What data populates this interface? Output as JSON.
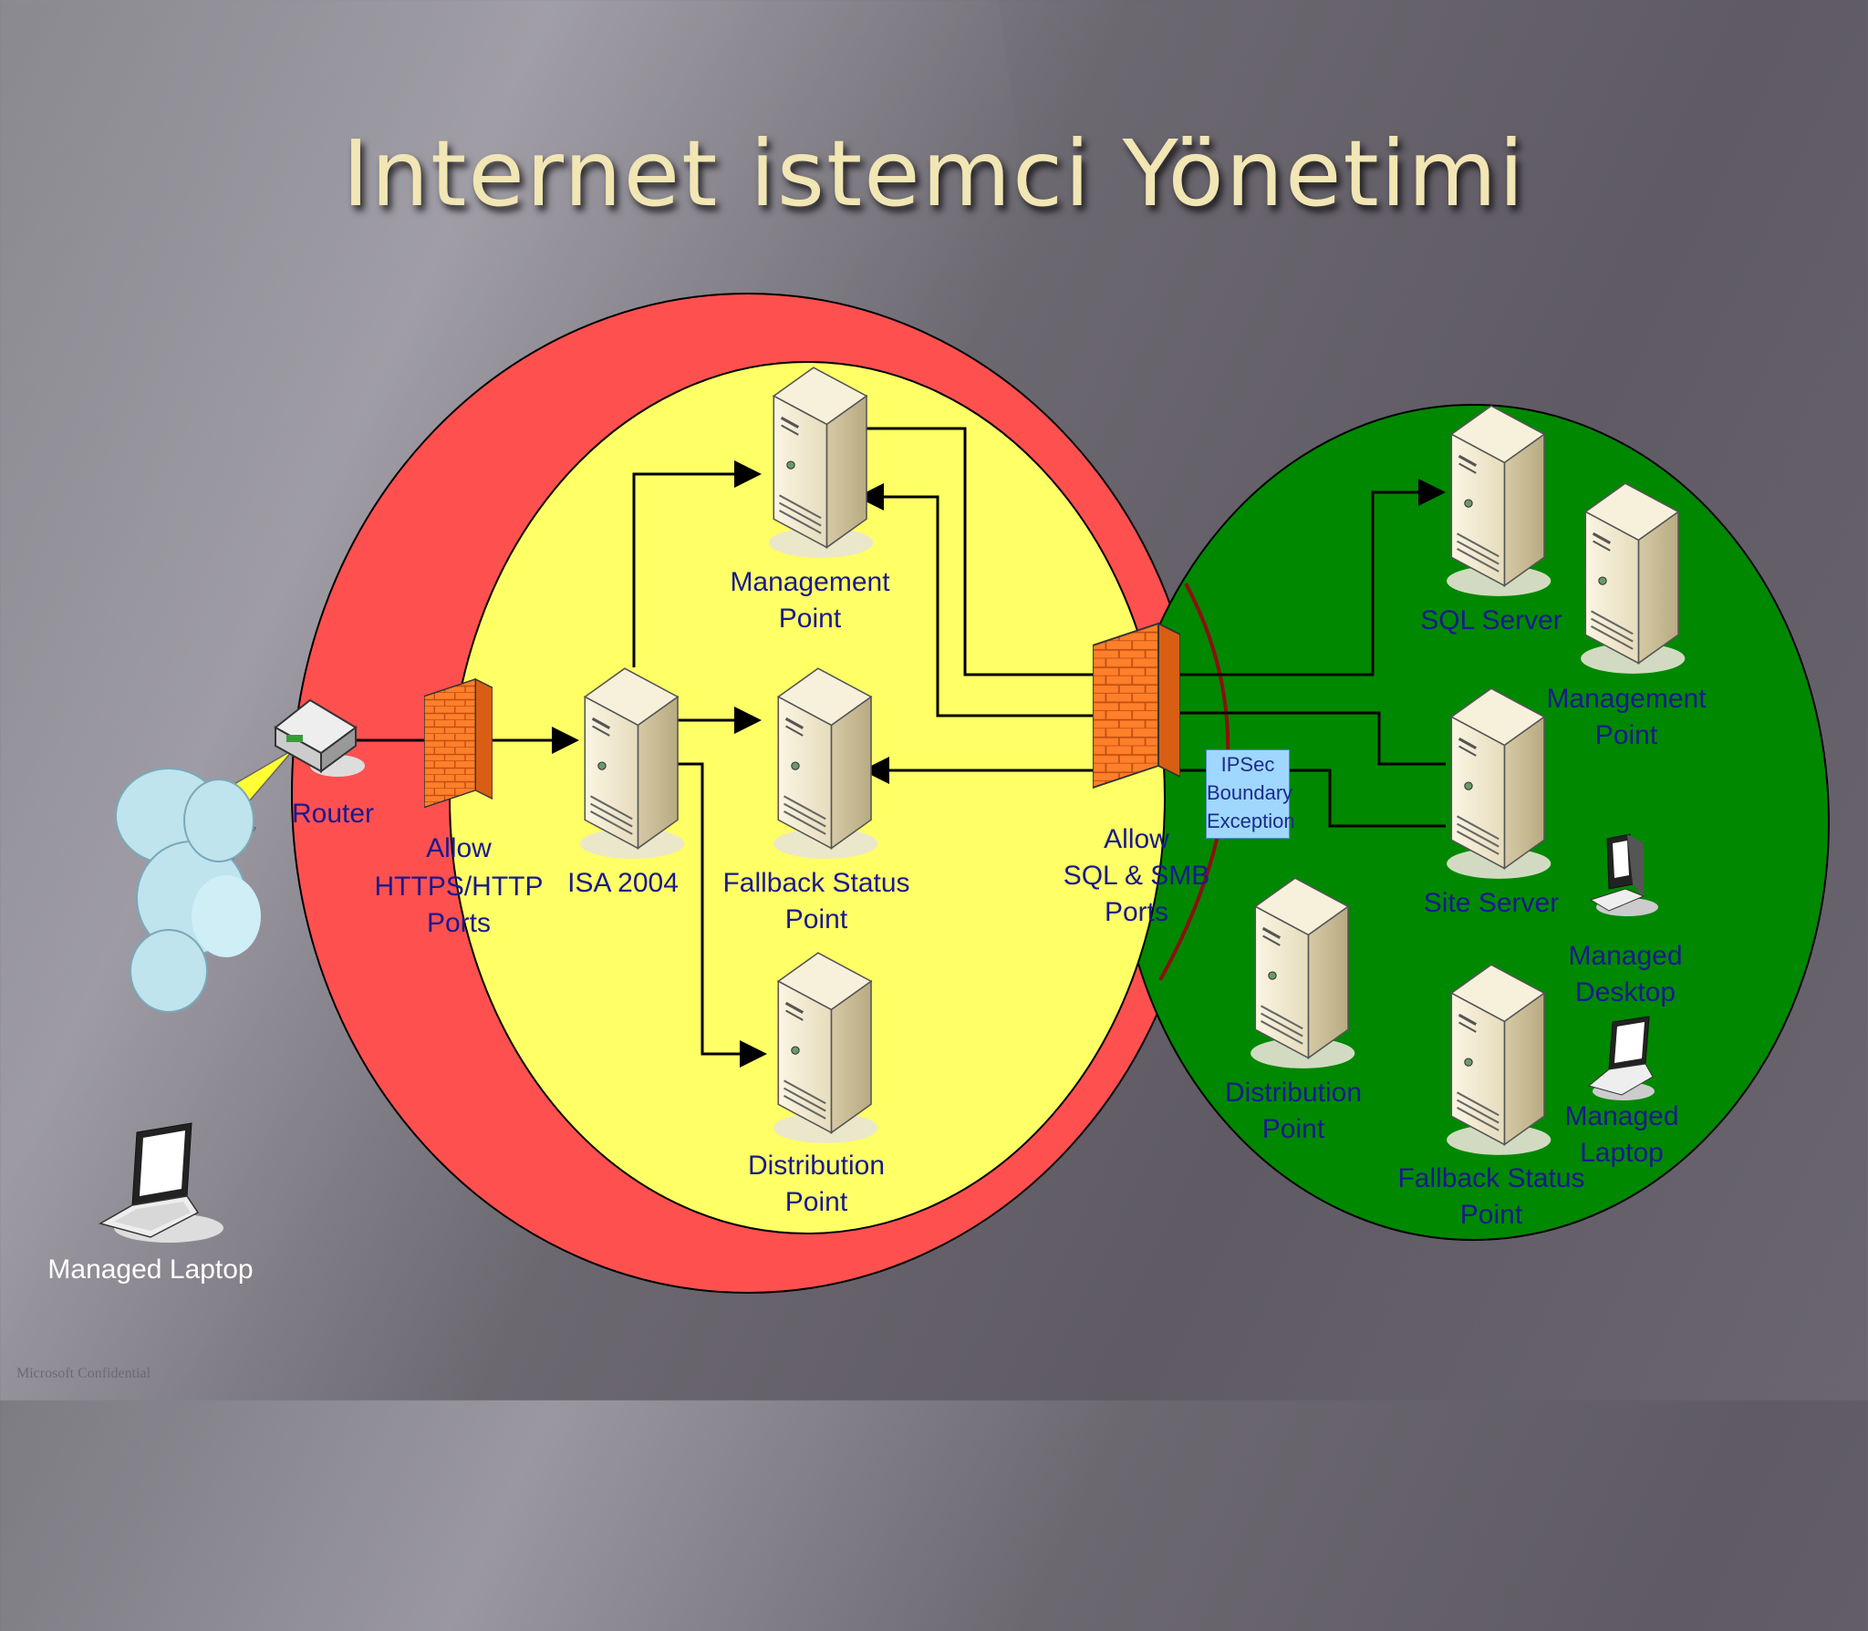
{
  "title": "Internet istemci Yönetimi",
  "footer": "Microsoft Confidential",
  "colors": {
    "outer_zone": "#ff5050",
    "dmz_zone": "#ffff66",
    "internal_zone": "#008800",
    "firewall": "#ff7f2a",
    "title": "#f1e6b4"
  },
  "external": {
    "laptop_label": "Managed Laptop",
    "router_label": "Router"
  },
  "dmz": {
    "firewall1_label": [
      "Allow",
      "HTTPS/HTTP",
      "Ports"
    ],
    "isa_label": "ISA 2004",
    "mp_label": [
      "Management",
      "Point"
    ],
    "fsp_label": [
      "Fallback Status",
      "Point"
    ],
    "dp_label": [
      "Distribution",
      "Point"
    ],
    "firewall2_label": [
      "Allow",
      "SQL & SMB",
      "Ports"
    ]
  },
  "internal": {
    "ipsec_label": [
      "IPSec",
      "Boundary",
      "Exception"
    ],
    "sql_label": "SQL Server",
    "mp_label": [
      "Management",
      "Point"
    ],
    "site_label": "Site Server",
    "desktop_label": [
      "Managed",
      "Desktop"
    ],
    "dp_label": [
      "Distribution",
      "Point"
    ],
    "fsp_label": [
      "Fallback Status",
      "Point"
    ],
    "laptop_label": [
      "Managed",
      "Laptop"
    ]
  }
}
